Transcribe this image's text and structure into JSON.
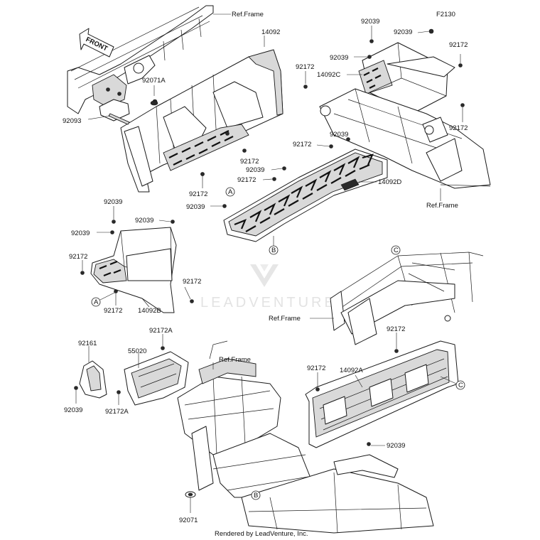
{
  "diagram_code": "F2130",
  "direction_label": "FRONT",
  "watermark": "LEADVENTURE",
  "footer": "Rendered by LeadVenture, Inc.",
  "callouts": {
    "ref_frame": "Ref.Frame",
    "p14092": "14092",
    "p14092A": "14092A",
    "p14092B": "14092B",
    "p14092C": "14092C",
    "p14092D": "14092D",
    "p92039": "92039",
    "p92172": "92172",
    "p92172A": "92172A",
    "p92071": "92071",
    "p92071A": "92071A",
    "p92093": "92093",
    "p92161": "92161",
    "p55020": "55020",
    "refA": "A",
    "refB": "B",
    "refC": "C"
  }
}
